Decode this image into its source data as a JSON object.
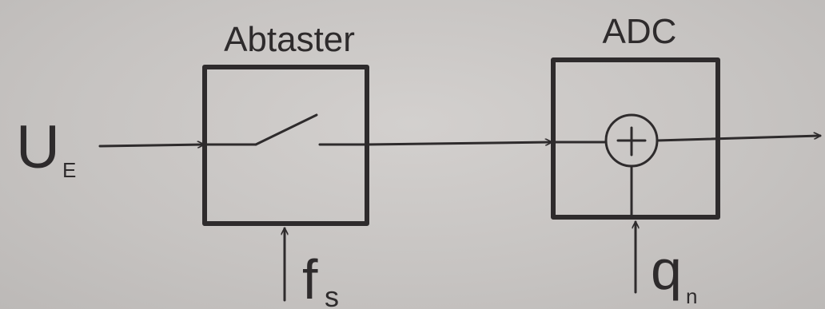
{
  "input": {
    "symbol": "U",
    "subscript": "E"
  },
  "sampler": {
    "title": "Abtaster",
    "clock": {
      "symbol": "f",
      "subscript": "s"
    }
  },
  "adc": {
    "title": "ADC",
    "adder_symbol": "+",
    "noise": {
      "symbol": "q",
      "subscript": "n"
    }
  },
  "colors": {
    "ink": "#2e2b2c",
    "background": "#c9c6c4"
  }
}
